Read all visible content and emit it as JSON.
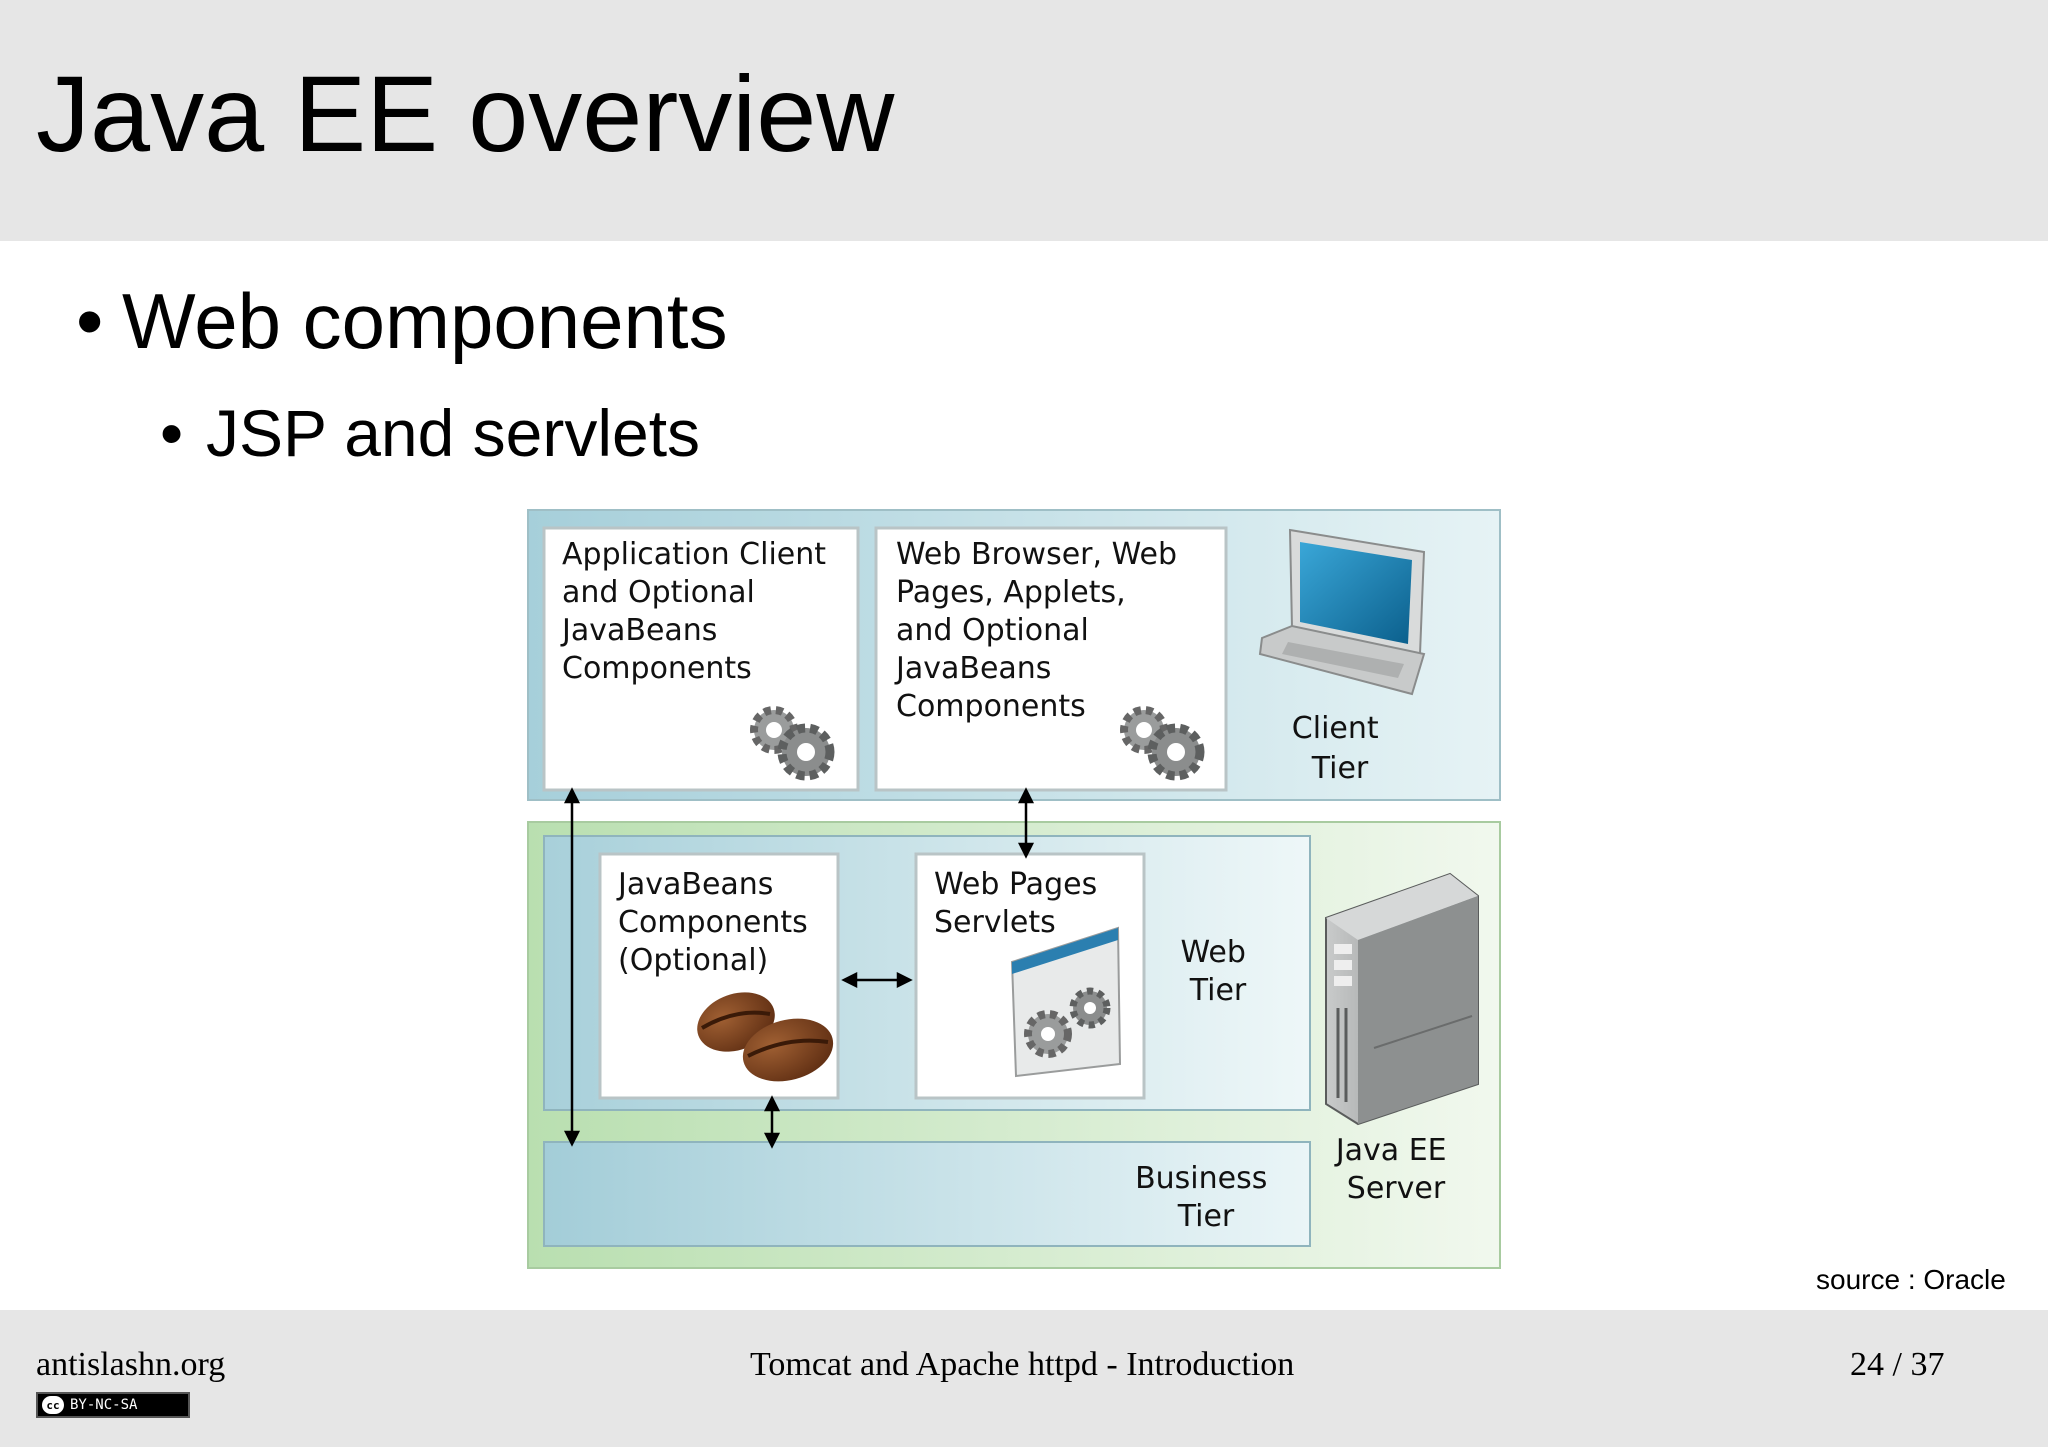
{
  "slide": {
    "title": "Java EE overview",
    "bullets": [
      {
        "level": 1,
        "text": "Web components"
      },
      {
        "level": 2,
        "text": "JSP and servlets"
      }
    ],
    "bullet_glyph": "•",
    "source": "source : Oracle"
  },
  "diagram": {
    "client_box_1": [
      "Application Client",
      "and Optional",
      "JavaBeans",
      "Components"
    ],
    "client_box_2": [
      "Web Browser, Web",
      "Pages, Applets,",
      "and Optional",
      "JavaBeans",
      "Components"
    ],
    "client_tier": [
      "Client",
      "Tier"
    ],
    "web_box_1": [
      "JavaBeans",
      "Components",
      "(Optional)"
    ],
    "web_box_2": [
      "Web Pages",
      "Servlets"
    ],
    "web_tier": [
      "Web",
      "Tier"
    ],
    "server_label": [
      "Java EE",
      "Server"
    ],
    "business_tier": [
      "Business",
      "Tier"
    ],
    "icons": [
      "laptop-icon",
      "server-icon",
      "gears-icon",
      "coffee-beans-icon",
      "web-page-gears-icon"
    ]
  },
  "footer": {
    "site": "antislashn.org",
    "presentation": "Tomcat and Apache httpd - Introduction",
    "page": "24 / 37",
    "license": "BY-NC-SA",
    "license_mark": "cc"
  },
  "colors": {
    "band_gray": "#e6e6e6",
    "client_tier_bg": "#b4d6df",
    "server_tier_bg": "#c6e4bf"
  }
}
